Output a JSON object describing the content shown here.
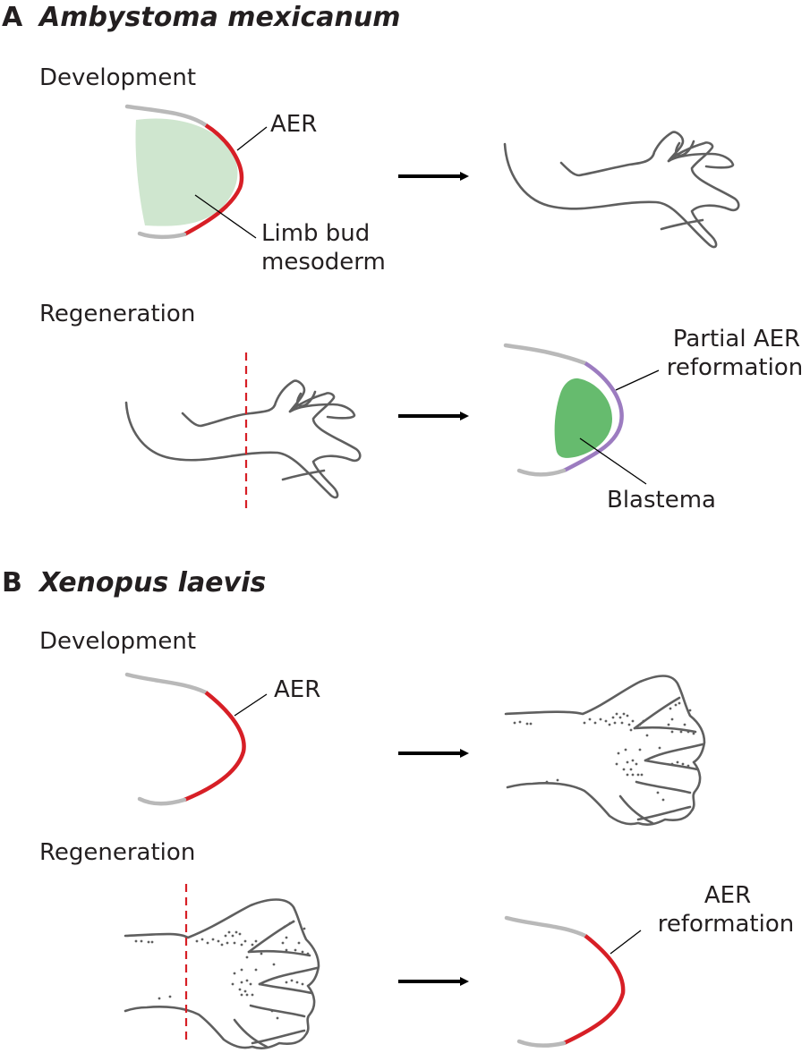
{
  "panels": [
    {
      "letter": "A",
      "species": "Ambystoma mexicanum",
      "development": {
        "title": "Development",
        "aer_label": "AER",
        "mesoderm_label_line1": "Limb bud",
        "mesoderm_label_line2": "mesoderm"
      },
      "regeneration": {
        "title": "Regeneration",
        "aer_label_line1": "Partial AER",
        "aer_label_line2": "reformation",
        "blastema_label": "Blastema"
      }
    },
    {
      "letter": "B",
      "species": "Xenopus laevis",
      "development": {
        "title": "Development",
        "aer_label": "AER"
      },
      "regeneration": {
        "title": "Regeneration",
        "aer_label_line1": "AER",
        "aer_label_line2": "reformation"
      }
    }
  ],
  "colors": {
    "aer_red": "#d71f26",
    "partial_aer_purple": "#9c7cc0",
    "ectoderm_gray": "#b9b9b9",
    "outline_gray": "#5f5f5f",
    "mesoderm_light_green": "#cfe6cf",
    "blastema_green": "#66bb6e",
    "amputation_line": "#d71f26",
    "arrow": "#000000"
  }
}
